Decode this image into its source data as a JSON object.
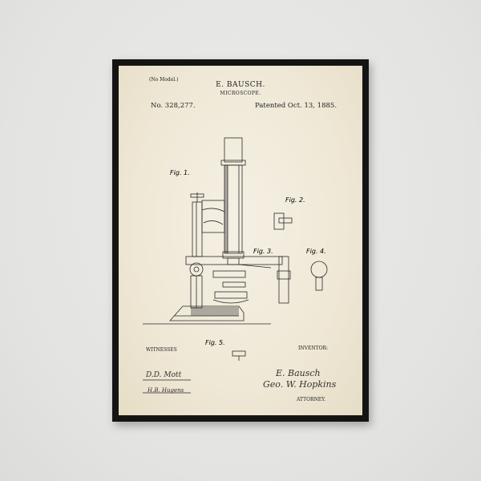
{
  "header": {
    "no_model": "(No Model.)",
    "inventor_name": "E. BAUSCH.",
    "subject": "MICROSCOPE.",
    "patent_number": "No. 328,277.",
    "patented_date": "Patented Oct. 13, 1885."
  },
  "figures": {
    "fig1": "Fig. 1.",
    "fig2": "Fig. 2.",
    "fig3": "Fig. 3.",
    "fig4": "Fig. 4.",
    "fig5": "Fig. 5."
  },
  "footer": {
    "witnesses_label": "WITNESSES",
    "witness_1": "D.D. Mott",
    "witness_2": "H.B. Hugens",
    "inventor_label": "INVENTOR:",
    "inventor_signature": "E. Bausch",
    "attorney_signature": "Geo. W. Hopkins",
    "attorney_label": "ATTORNEY."
  },
  "colors": {
    "wall": "#e6e6e4",
    "frame": "#141414",
    "paper": "#f1ead9",
    "ink": "#222222"
  }
}
